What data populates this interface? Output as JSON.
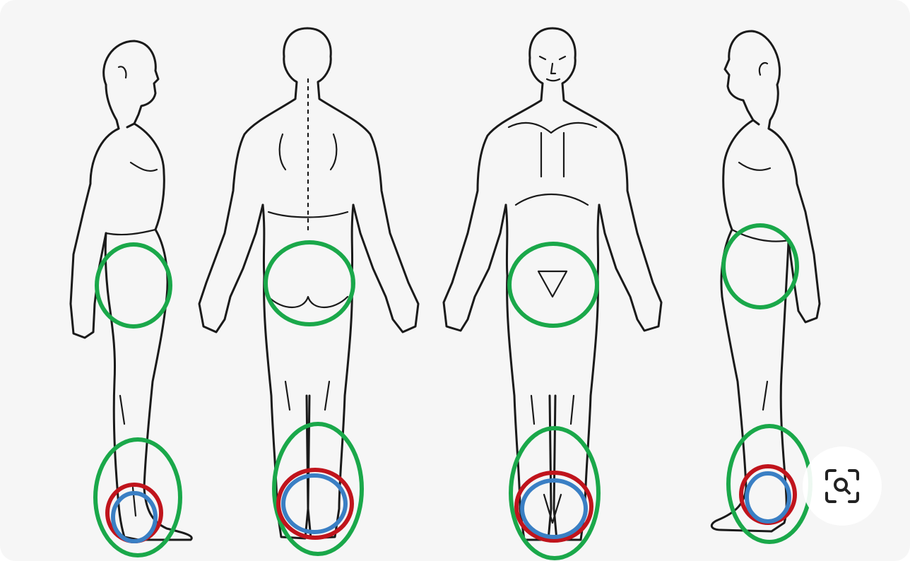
{
  "figure": {
    "views": [
      "right-lateral",
      "posterior",
      "anterior",
      "left-lateral"
    ],
    "ring_colors": {
      "green": "#1aa84a",
      "red": "#c0141c",
      "blue": "#3a7fc4"
    }
  },
  "controls": {
    "visual_search_icon": "lens-search-icon"
  }
}
